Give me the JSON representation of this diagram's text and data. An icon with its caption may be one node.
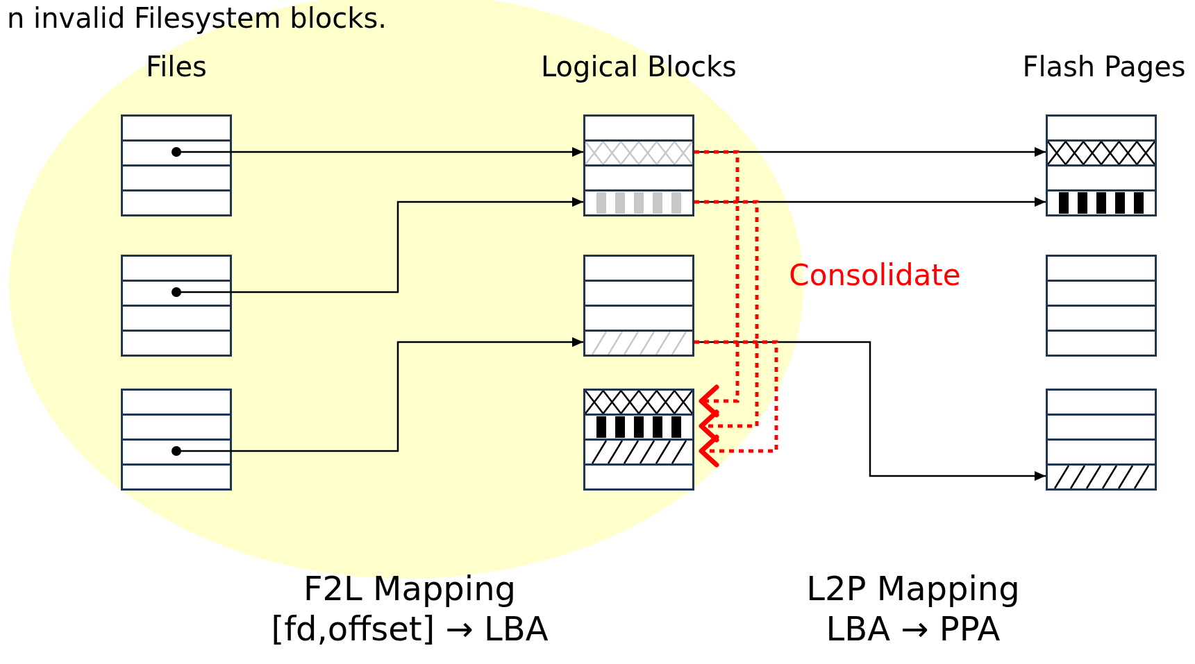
{
  "diagram": {
    "nodes": [
      {
        "text": [],
        "shape": "box"
      },
      {
        "text": [],
        "shape": "box",
        "in": 0
      },
      {
        "text": [],
        "shape": "box",
        "in": 0
      },
      {
        "text": [],
        "shape": "box",
        "in": 0
      },
      {
        "text": [],
        "shape": "box",
        "in": 0
      },
      {
        "text": [],
        "shape": "box"
      },
      {
        "text": [],
        "shape": "box",
        "in": 5
      },
      {
        "text": [],
        "shape": "box",
        "in": 5
      },
      {
        "text": [],
        "shape": "box",
        "in": 5
      },
      {
        "text": [],
        "shape": "box",
        "in": 5
      },
      {
        "text": [],
        "shape": "box"
      },
      {
        "text": [],
        "shape": "box",
        "in": 10
      },
      {
        "text": [],
        "shape": "box",
        "in": 10
      },
      {
        "text": [],
        "shape": "box",
        "in": 10
      },
      {
        "text": [],
        "shape": "box",
        "in": 10
      },
      {
        "text": [],
        "shape": "box"
      },
      {
        "text": [],
        "shape": "box",
        "in": 15
      },
      {
        "text": [],
        "shape": "box",
        "in": 15
      },
      {
        "text": [],
        "shape": "box",
        "in": 15
      },
      {
        "text": [],
        "shape": "box",
        "in": 15
      },
      {
        "text": [],
        "shape": "box"
      },
      {
        "text": [],
        "shape": "box",
        "in": 20
      },
      {
        "text": [],
        "shape": "box",
        "in": 20
      },
      {
        "text": [],
        "shape": "box",
        "in": 20
      },
      {
        "text": [],
        "shape": "box",
        "in": 20
      },
      {
        "text": [],
        "shape": "box"
      },
      {
        "text": [],
        "shape": "box",
        "in": 25
      },
      {
        "text": [],
        "shape": "box",
        "in": 25
      },
      {
        "text": [],
        "shape": "box",
        "in": 25
      },
      {
        "text": [],
        "shape": "box",
        "in": 25
      },
      {
        "text": [],
        "shape": "box"
      },
      {
        "text": [],
        "shape": "box",
        "in": 30
      },
      {
        "text": [],
        "shape": "box",
        "in": 30
      },
      {
        "text": [],
        "shape": "box",
        "in": 30
      },
      {
        "text": [],
        "shape": "box",
        "in": 30
      },
      {
        "text": [],
        "shape": "box"
      },
      {
        "text": [],
        "shape": "box",
        "in": 35
      },
      {
        "text": [],
        "shape": "box",
        "in": 35
      },
      {
        "text": [],
        "shape": "box",
        "in": 35
      },
      {
        "text": [],
        "shape": "box",
        "in": 35
      },
      {
        "text": [],
        "shape": "box"
      },
      {
        "text": [],
        "shape": "box",
        "in": 40
      },
      {
        "text": [],
        "shape": "box",
        "in": 40
      },
      {
        "text": [],
        "shape": "box",
        "in": 40
      },
      {
        "text": [],
        "shape": "box",
        "in": 40
      }
    ],
    "edges": [
      {
        "from": 2,
        "to": 7,
        "arrow": "to"
      },
      {
        "from": 17,
        "to": 9,
        "arrow": "to"
      },
      {
        "from": 33,
        "to": 24,
        "arrow": "to"
      },
      {
        "from": 7,
        "to": 12,
        "arrow": "to"
      },
      {
        "from": 9,
        "to": 14,
        "arrow": "to"
      },
      {
        "from": 24,
        "to": 44,
        "arrow": "to"
      },
      {
        "from": 7,
        "to": 36,
        "arrow": "to",
        "style": "dashed",
        "color": "#ff0000"
      },
      {
        "from": 9,
        "to": 37,
        "arrow": "to",
        "style": "dashed",
        "color": "#ff0000"
      },
      {
        "from": 24,
        "to": 38,
        "arrow": "to",
        "style": "dashed",
        "color": "#ff0000"
      }
    ],
    "labels": [
      "n invalid Filesystem blocks.",
      "Files",
      "Logical Blocks",
      "Flash Pages",
      "Consolidate",
      "F2L Mapping [fd,offset] → LBA",
      "L2P Mapping LBA → PPA"
    ]
  }
}
